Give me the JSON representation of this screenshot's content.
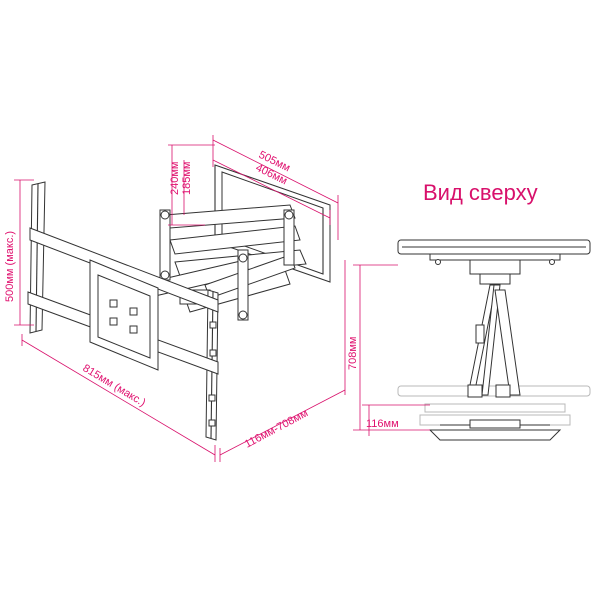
{
  "labels": {
    "top_view_title": "Вид сверху",
    "width_outer": "505мм",
    "width_inner": "406мм",
    "height_outer": "240мм",
    "height_inner": "185мм",
    "plate_height": "500мм (макс.)",
    "plate_width": "815мм (макс.)",
    "extension_range": "116мм-708мм",
    "max_depth": "708мм",
    "min_depth": "116мм"
  },
  "colors": {
    "dimension": "#e0116f",
    "drawing": "#333333",
    "ghost": "#b8b8b8"
  }
}
